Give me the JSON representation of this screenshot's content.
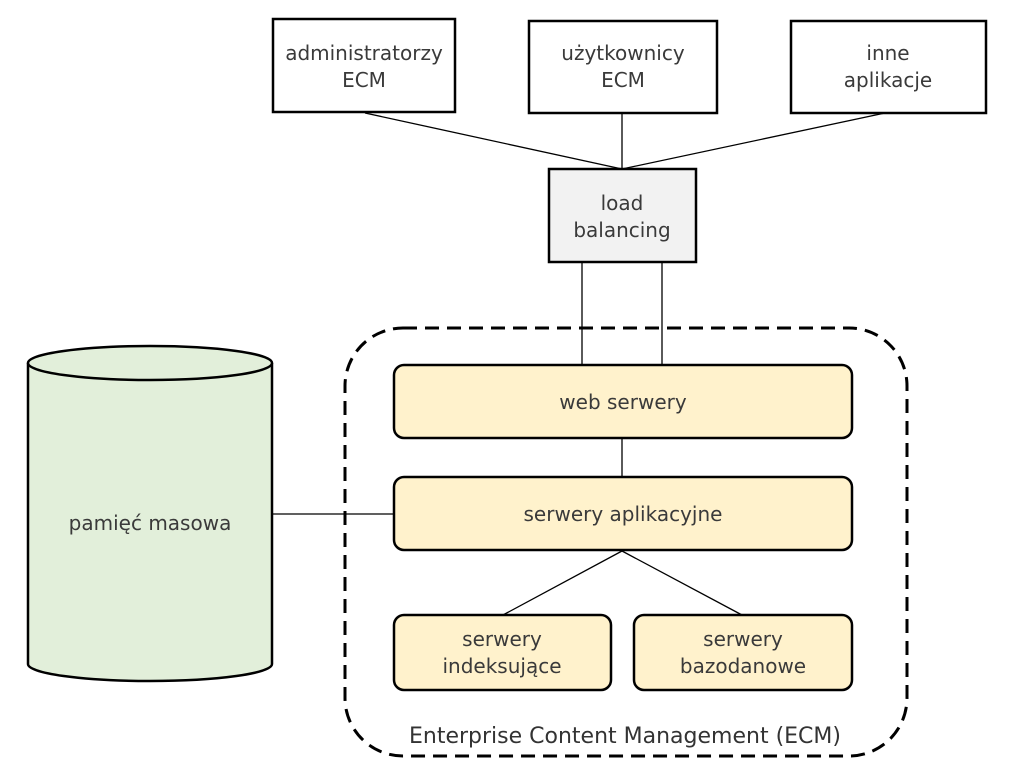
{
  "nodes": {
    "admins": {
      "line1": "administratorzy",
      "line2": "ECM"
    },
    "users": {
      "line1": "użytkownicy",
      "line2": "ECM"
    },
    "other_apps": {
      "line1": "inne",
      "line2": "aplikacje"
    },
    "load_balancing": {
      "line1": "load",
      "line2": "balancing"
    },
    "web_servers": {
      "label": "web serwery"
    },
    "app_servers": {
      "label": "serwery aplikacyjne"
    },
    "index_servers": {
      "line1": "serwery",
      "line2": "indeksujące"
    },
    "db_servers": {
      "line1": "serwery",
      "line2": "bazodanowe"
    },
    "storage": {
      "label": "pamięć masowa"
    }
  },
  "group": {
    "label": "Enterprise Content Management (ECM)"
  },
  "colors": {
    "server_fill": "#fff2cc",
    "storage_fill": "#e2efda",
    "lb_fill": "#f2f2f2",
    "stroke": "#000000"
  }
}
